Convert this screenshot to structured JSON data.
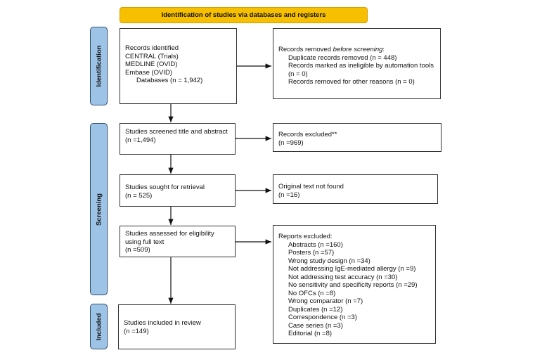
{
  "title": "Identification of studies via databases and registers",
  "phases": {
    "identification": "Identification",
    "screening": "Screening",
    "included": "Included"
  },
  "identified": {
    "heading": "Records identified",
    "sources": [
      "CENTRAL (Trials)",
      "MEDLINE (OVID)",
      "Embase (OVID)"
    ],
    "total": "Databases (n = 1,942)"
  },
  "removed": {
    "heading_prefix": "Records removed ",
    "heading_em": "before screening",
    "heading_suffix": ":",
    "items": [
      "Duplicate records removed (n = 448)",
      "Records marked as ineligible by automation tools (n = 0)",
      "Records removed for other reasons (n = 0)"
    ]
  },
  "screened": {
    "label": "Studies screened title and abstract",
    "n": "(n =1,494)"
  },
  "excluded": {
    "label": "Records excluded**",
    "n": "(n =969)"
  },
  "sought": {
    "label": "Studies sought for retrieval",
    "n": "(n = 525)"
  },
  "not_found": {
    "label": "Original text not found",
    "n": "(n =16)"
  },
  "assessed": {
    "label": "Studies assessed for eligibility using full text",
    "n": "(n =509)"
  },
  "reports_excluded": {
    "heading": "Reports excluded:",
    "items": [
      "Abstracts (n =160)",
      "Posters (n =57)",
      "Wrong study design (n =34)",
      "Not addressing IgE-mediated allergy (n =9)",
      "Not addressing test accuracy (n =30)",
      "No sensitivity and specificity reports (n =29)",
      "No OFCs (n =8)",
      "Wrong comparator (n =7)",
      "Duplicates (n =12)",
      "Correspondence (n =3)",
      "Case series (n =3)",
      "Editorial (n =8)"
    ]
  },
  "included": {
    "label": "Studies included in review",
    "n": "(n =149)"
  },
  "colors": {
    "title_fill": "#f6c000",
    "phase_fill": "#9dc3e6"
  }
}
